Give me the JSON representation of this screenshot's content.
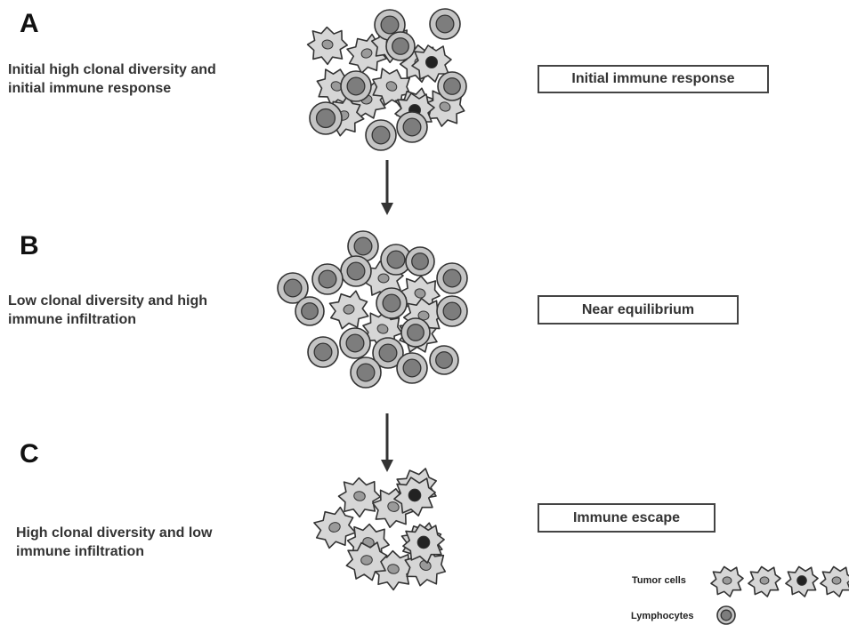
{
  "panels": [
    {
      "letter": "A",
      "description_line1": "Initial high clonal diversity and",
      "description_line2": "initial immune response",
      "box_label": "Initial immune response"
    },
    {
      "letter": "B",
      "description_line1": "Low clonal diversity and high",
      "description_line2": "immune infiltration",
      "box_label": "Near equilibrium"
    },
    {
      "letter": "C",
      "description_line1": "High clonal diversity and low",
      "description_line2": "immune infiltration",
      "box_label": "Immune escape"
    }
  ],
  "legend": {
    "tumor_label": "Tumor cells",
    "lymphocyte_label": "Lymphocytes"
  },
  "colors": {
    "tumor_fill": "#d6d6d6",
    "tumor_nucleus": "#9a9a9a",
    "tumor_nucleus_dark": "#222222",
    "lymph_outer": "#c4c4c4",
    "lymph_inner": "#7d7d7d",
    "outline": "#333333"
  }
}
